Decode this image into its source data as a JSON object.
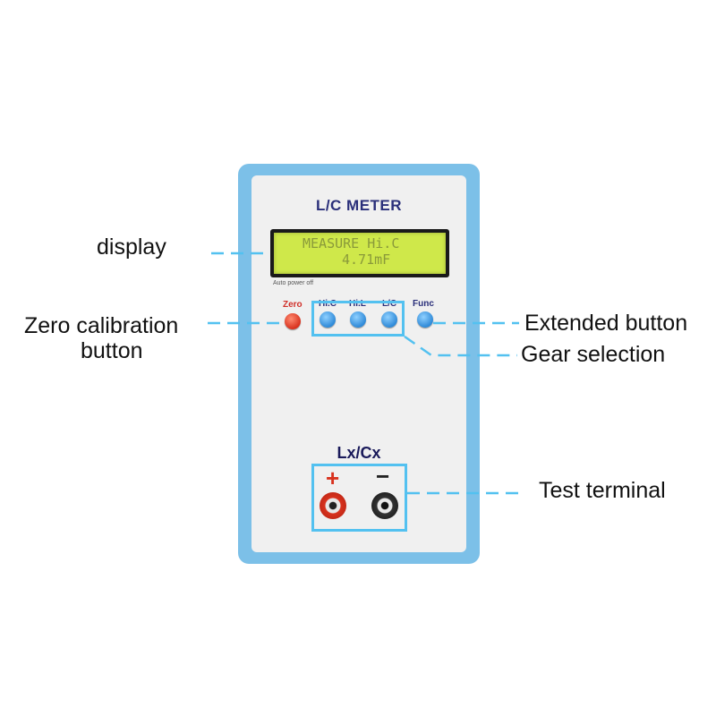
{
  "device": {
    "title": "L/C METER",
    "lcd_line1": "MEASURE Hi.C",
    "lcd_line2": "4.71mF",
    "auto_power": "Auto power off",
    "buttons": {
      "zero": "Zero",
      "hic": "Hi.C",
      "hil": "Hi.L",
      "lc": "L/C",
      "func": "Func"
    },
    "terminal_label": "Lx/Cx",
    "plus": "+",
    "minus": "−"
  },
  "callouts": {
    "display": "display",
    "zero_calibration_line1": "Zero calibration",
    "zero_calibration_line2": "button",
    "extended_button": "Extended button",
    "gear_selection": "Gear selection",
    "test_terminal": "Test terminal"
  },
  "colors": {
    "case": "#7cc0e8",
    "face": "#f0f0f0",
    "lcd": "#cfe84a",
    "leader": "#53c1f0",
    "title": "#2a2f7a",
    "red_button": "#d8321e",
    "blue_button": "#2f8ad8"
  }
}
